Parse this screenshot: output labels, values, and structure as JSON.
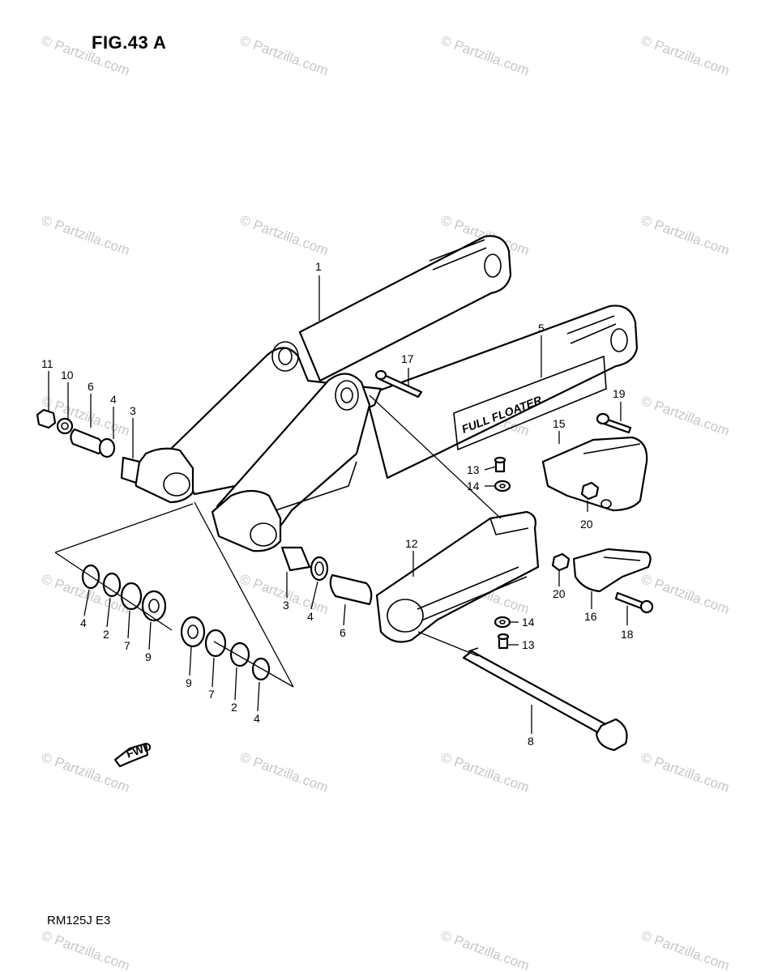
{
  "figure_title": "FIG.43 A",
  "model_code": "RM125J E3",
  "watermark_text": "© Partzilla.com",
  "decal_text": "FULL FLOATER",
  "front_arrow_text": "FWD",
  "part_labels": [
    "1",
    "2",
    "3",
    "4",
    "5",
    "6",
    "7",
    "8",
    "9",
    "10",
    "11",
    "12",
    "13",
    "14",
    "15",
    "16",
    "17",
    "18",
    "19",
    "20"
  ],
  "callouts": [
    {
      "text": "1"
    },
    {
      "text": "5"
    },
    {
      "text": "17"
    },
    {
      "text": "19"
    },
    {
      "text": "15"
    },
    {
      "text": "13"
    },
    {
      "text": "14"
    },
    {
      "text": "20"
    },
    {
      "text": "11"
    },
    {
      "text": "10"
    },
    {
      "text": "6"
    },
    {
      "text": "4"
    },
    {
      "text": "3"
    },
    {
      "text": "12"
    },
    {
      "text": "20"
    },
    {
      "text": "16"
    },
    {
      "text": "18"
    },
    {
      "text": "14"
    },
    {
      "text": "13"
    },
    {
      "text": "3"
    },
    {
      "text": "4"
    },
    {
      "text": "6"
    },
    {
      "text": "4"
    },
    {
      "text": "2"
    },
    {
      "text": "7"
    },
    {
      "text": "9"
    },
    {
      "text": "9"
    },
    {
      "text": "7"
    },
    {
      "text": "2"
    },
    {
      "text": "4"
    },
    {
      "text": "8"
    }
  ],
  "colors": {
    "ink": "#000000",
    "watermark": "#c7c7c7",
    "paper": "#ffffff"
  }
}
